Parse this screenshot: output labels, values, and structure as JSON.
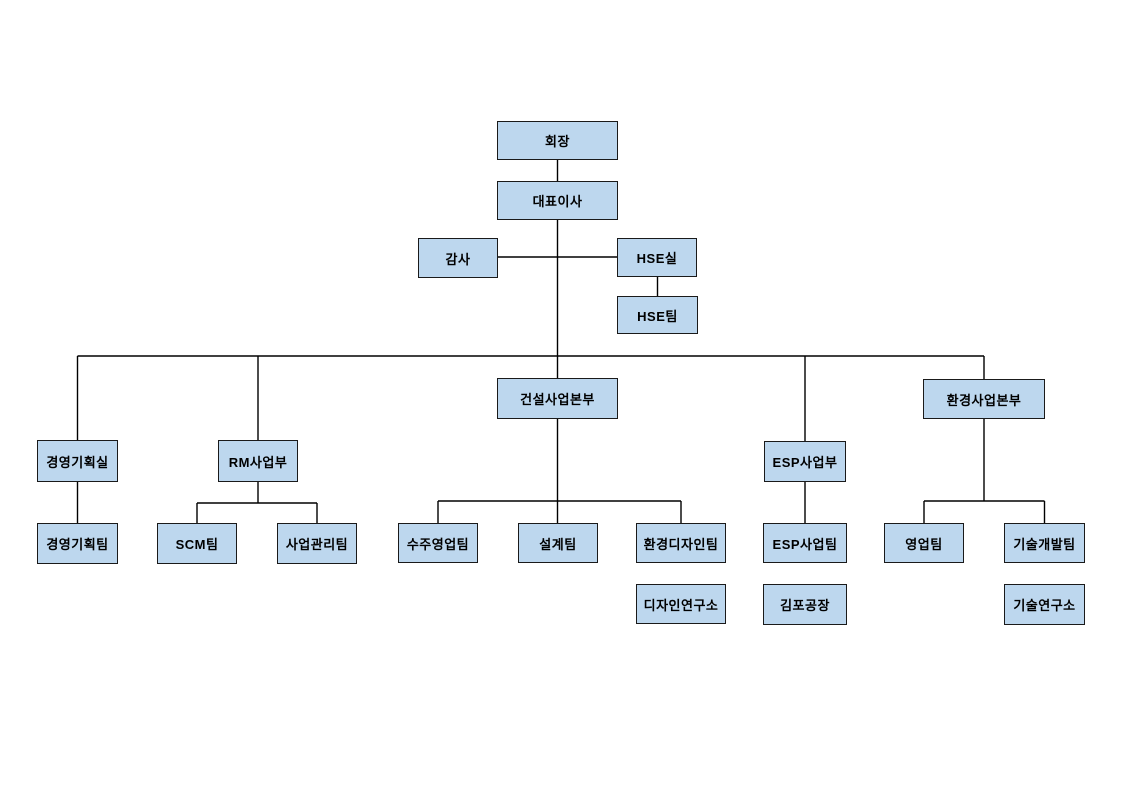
{
  "org": {
    "nodes": {
      "chairman": {
        "label": "회장"
      },
      "ceo": {
        "label": "대표이사"
      },
      "audit": {
        "label": "감사"
      },
      "hse_office": {
        "label": "HSE실"
      },
      "hse_team": {
        "label": "HSE팀"
      },
      "construction_hq": {
        "label": "건설사업본부"
      },
      "env_hq": {
        "label": "환경사업본부"
      },
      "mgmt_planning_office": {
        "label": "경영기획실"
      },
      "rm_division": {
        "label": "RM사업부"
      },
      "esp_division": {
        "label": "ESP사업부"
      },
      "mgmt_planning_team": {
        "label": "경영기획팀"
      },
      "scm_team": {
        "label": "SCM팀"
      },
      "biz_mgmt_team": {
        "label": "사업관리팀"
      },
      "order_sales_team": {
        "label": "수주영업팀"
      },
      "design_team": {
        "label": "설계팀"
      },
      "env_design_team": {
        "label": "환경디자인팀"
      },
      "design_institute": {
        "label": "디자인연구소"
      },
      "esp_team": {
        "label": "ESP사업팀"
      },
      "gimpo_factory": {
        "label": "김포공장"
      },
      "sales_team": {
        "label": "영업팀"
      },
      "tech_dev_team": {
        "label": "기술개발팀"
      },
      "tech_institute": {
        "label": "기술연구소"
      }
    },
    "edges": [
      {
        "from": "chairman",
        "to": "ceo"
      },
      {
        "from": "ceo",
        "to": "audit"
      },
      {
        "from": "ceo",
        "to": "hse_office"
      },
      {
        "from": "hse_office",
        "to": "hse_team"
      },
      {
        "from": "ceo",
        "to": "mgmt_planning_office"
      },
      {
        "from": "ceo",
        "to": "rm_division"
      },
      {
        "from": "ceo",
        "to": "construction_hq"
      },
      {
        "from": "ceo",
        "to": "esp_division"
      },
      {
        "from": "ceo",
        "to": "env_hq"
      },
      {
        "from": "mgmt_planning_office",
        "to": "mgmt_planning_team"
      },
      {
        "from": "rm_division",
        "to": "scm_team"
      },
      {
        "from": "rm_division",
        "to": "biz_mgmt_team"
      },
      {
        "from": "construction_hq",
        "to": "order_sales_team"
      },
      {
        "from": "construction_hq",
        "to": "design_team"
      },
      {
        "from": "construction_hq",
        "to": "env_design_team"
      },
      {
        "from": "esp_division",
        "to": "esp_team"
      },
      {
        "from": "env_hq",
        "to": "sales_team"
      },
      {
        "from": "env_hq",
        "to": "tech_dev_team"
      }
    ],
    "unlinked_nodes_below": [
      {
        "node": "design_institute",
        "below": "env_design_team"
      },
      {
        "node": "gimpo_factory",
        "below": "esp_team"
      },
      {
        "node": "tech_institute",
        "below": "tech_dev_team"
      }
    ]
  },
  "colors": {
    "node_fill": "#BDD7EE",
    "node_border": "#1a1a1a",
    "text": "#000000",
    "line": "#000000",
    "bg": "#ffffff"
  }
}
